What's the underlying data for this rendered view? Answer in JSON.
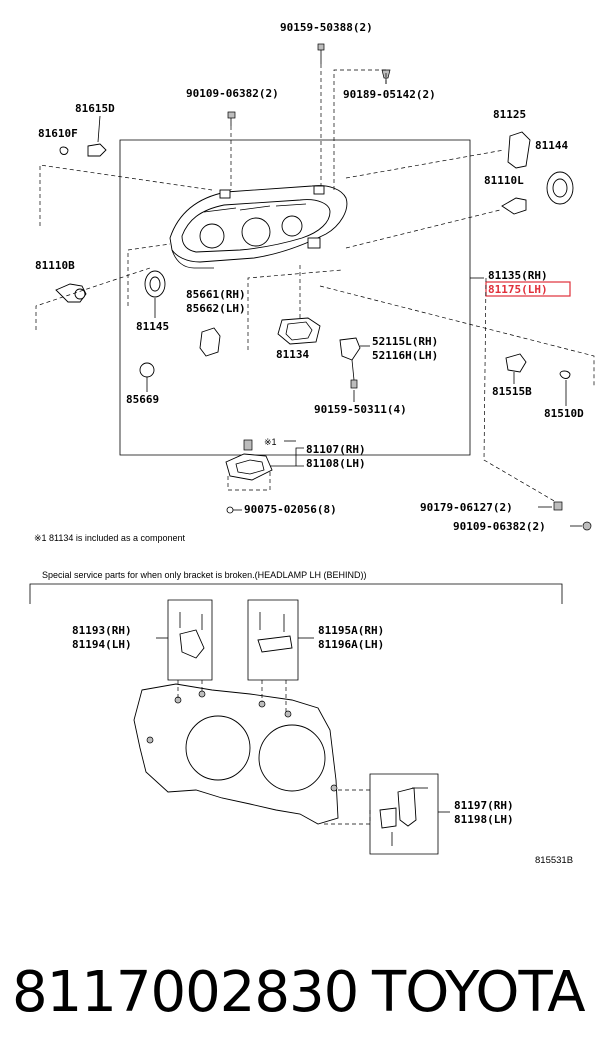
{
  "labels": {
    "p90159_50388": "90159-50388(2)",
    "p90109_06382_top": "90109-06382(2)",
    "p90189_05142": "90189-05142(2)",
    "p81615D": "81615D",
    "p81610F": "81610F",
    "p81125": "81125",
    "p81144": "81144",
    "p81110L": "81110L",
    "p81110B": "81110B",
    "p81135": "81135(RH)",
    "p81175": "81175(LH)",
    "p85661": "85661(RH)",
    "p85662": "85662(LH)",
    "p81145": "81145",
    "p81134": "81134",
    "p52115L": "52115L(RH)",
    "p52116H": "52116H(LH)",
    "p81515B": "81515B",
    "p81510D": "81510D",
    "p85669": "85669",
    "p90159_50311": "90159-50311(4)",
    "mark": "※1",
    "p81107": "81107(RH)",
    "p81108": "81108(LH)",
    "p90075": "90075-02056(8)",
    "p90179": "90179-06127(2)",
    "p90109_06382_bot": "90109-06382(2)",
    "p81193": "81193(RH)",
    "p81194": "81194(LH)",
    "p81195A": "81195A(RH)",
    "p81196A": "81196A(LH)",
    "p81197": "81197(RH)",
    "p81198": "81198(LH)"
  },
  "notes": {
    "component_note": "※1  81134 is included as a component",
    "service_note": "Special service parts for when only bracket is broken.(HEADLAMP LH (BEHIND))",
    "diagram_ref": "815531B"
  },
  "highlight": {
    "part": "81175(LH)",
    "color": "#e0303a"
  },
  "footer": {
    "part_number": "8117002830",
    "brand": "TOYOTA"
  }
}
